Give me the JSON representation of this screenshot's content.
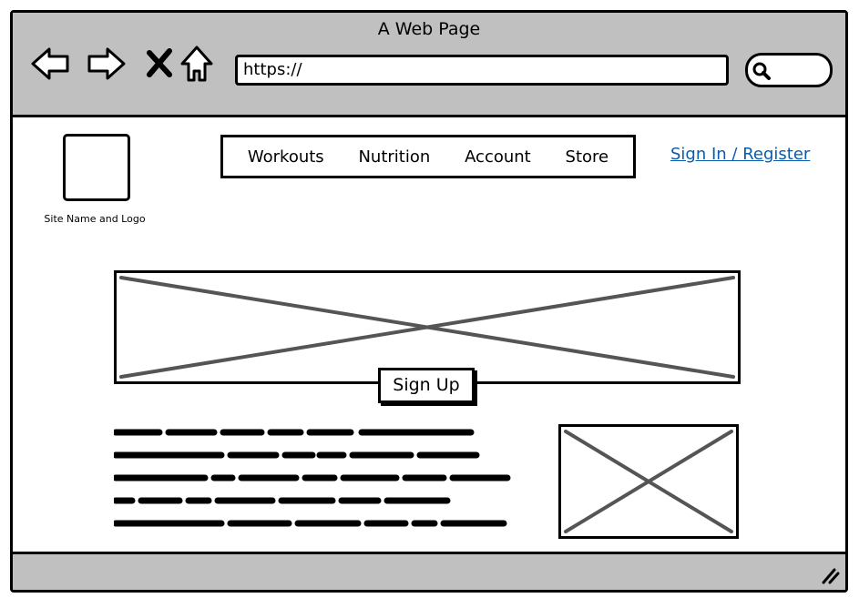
{
  "window": {
    "title": "A Web Page",
    "url": "https://"
  },
  "site": {
    "logo_caption": "Site Name and Logo",
    "nav": [
      "Workouts",
      "Nutrition",
      "Account",
      "Store"
    ],
    "sign_in": "Sign In / Register"
  },
  "hero": {
    "cta_label": "Sign Up"
  },
  "icons": {
    "back": "back-arrow-icon",
    "forward": "forward-arrow-icon",
    "stop": "close-icon",
    "home": "home-icon",
    "search": "search-icon",
    "resize": "resize-grip-icon"
  },
  "colors": {
    "chrome": "#c0c0c0",
    "link": "#0b5cad",
    "placeholder_cross": "#555555"
  }
}
